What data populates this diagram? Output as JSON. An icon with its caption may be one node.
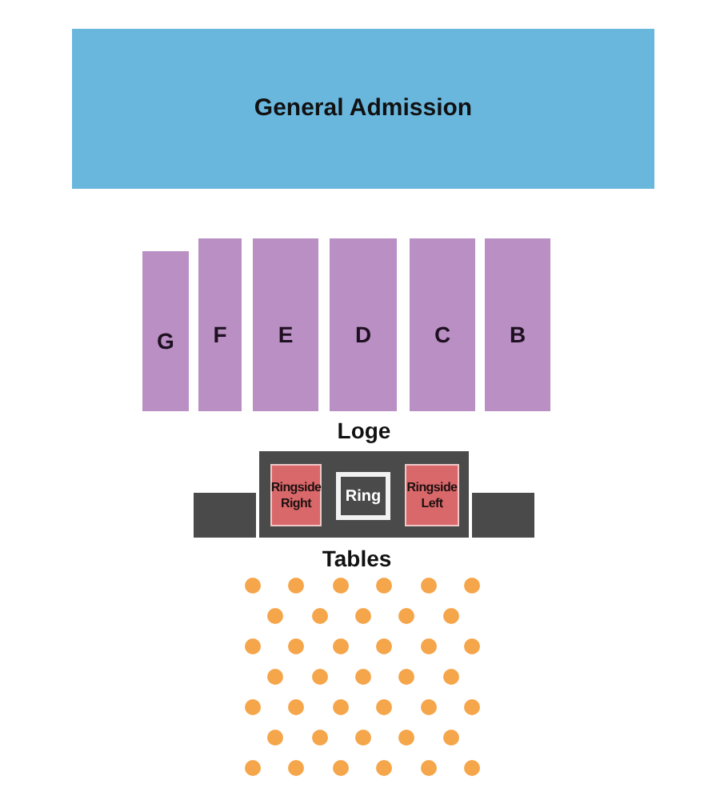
{
  "diagram": {
    "nodes": [
      {
        "text": [
          "General Admission"
        ]
      },
      {
        "text": [
          "G"
        ]
      },
      {
        "text": [
          "F"
        ]
      },
      {
        "text": [
          "E"
        ]
      },
      {
        "text": [
          "D"
        ]
      },
      {
        "text": [
          "C"
        ]
      },
      {
        "text": [
          "B"
        ]
      },
      {
        "text": [
          "Loge"
        ]
      },
      {
        "text": [
          "Ringside Right"
        ],
        "in": 7
      },
      {
        "text": [
          "Ring"
        ],
        "in": 7
      },
      {
        "text": [
          "Ringside Left"
        ],
        "in": 7
      },
      {
        "text": [],
        "shape": "box"
      },
      {
        "text": [],
        "shape": "box"
      }
    ],
    "labels": [
      "Tables"
    ]
  }
}
